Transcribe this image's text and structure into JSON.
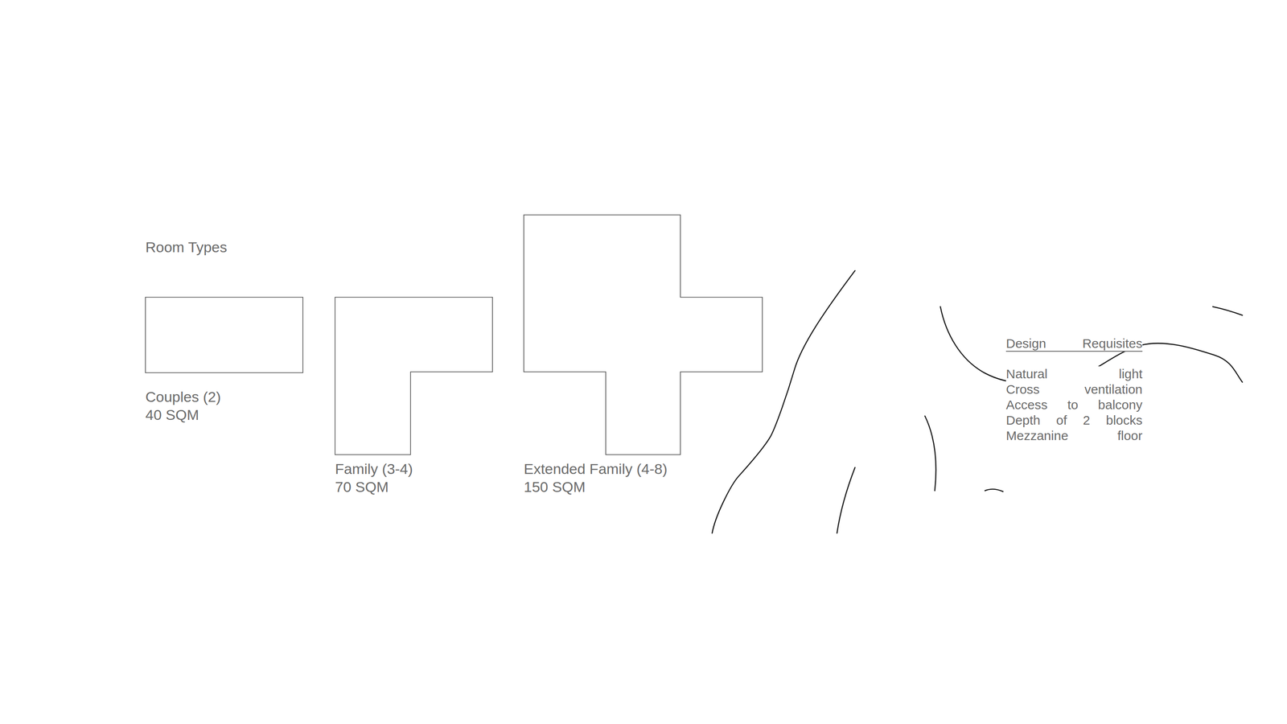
{
  "diagram": {
    "title": "Room Types",
    "nodes": [
      {
        "text": [
          "Couples (2)",
          "40 SQM"
        ]
      },
      {
        "text": [
          "Family (3-4)",
          "70 SQM"
        ]
      },
      {
        "text": [
          "Extended Family (4-8)",
          "150 SQM"
        ]
      }
    ],
    "labels": [
      "Design Requisites",
      "Natural light",
      "Cross ventilation",
      "Access to balcony",
      "Depth of 2 blocks",
      "Mezzanine floor"
    ]
  }
}
